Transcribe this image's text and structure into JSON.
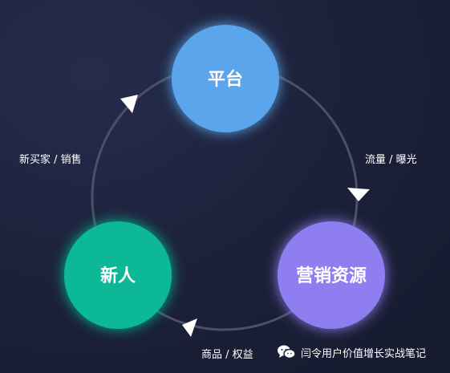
{
  "nodes": {
    "platform": {
      "label": "平台",
      "color": "#5aa5ec"
    },
    "marketing": {
      "label": "营销资源",
      "color": "#8f7ef0"
    },
    "newcomer": {
      "label": "新人",
      "color": "#10b896"
    }
  },
  "edges": {
    "traffic": "流量 / 曝光",
    "goods": "商品 / 权益",
    "buyers": "新买家 / 销售"
  },
  "watermark": {
    "icon": "wechat-icon",
    "text": "闫令用户价值增长实战笔记"
  },
  "colors": {
    "ring": "#4b5068",
    "arrow": "#ffffff"
  }
}
